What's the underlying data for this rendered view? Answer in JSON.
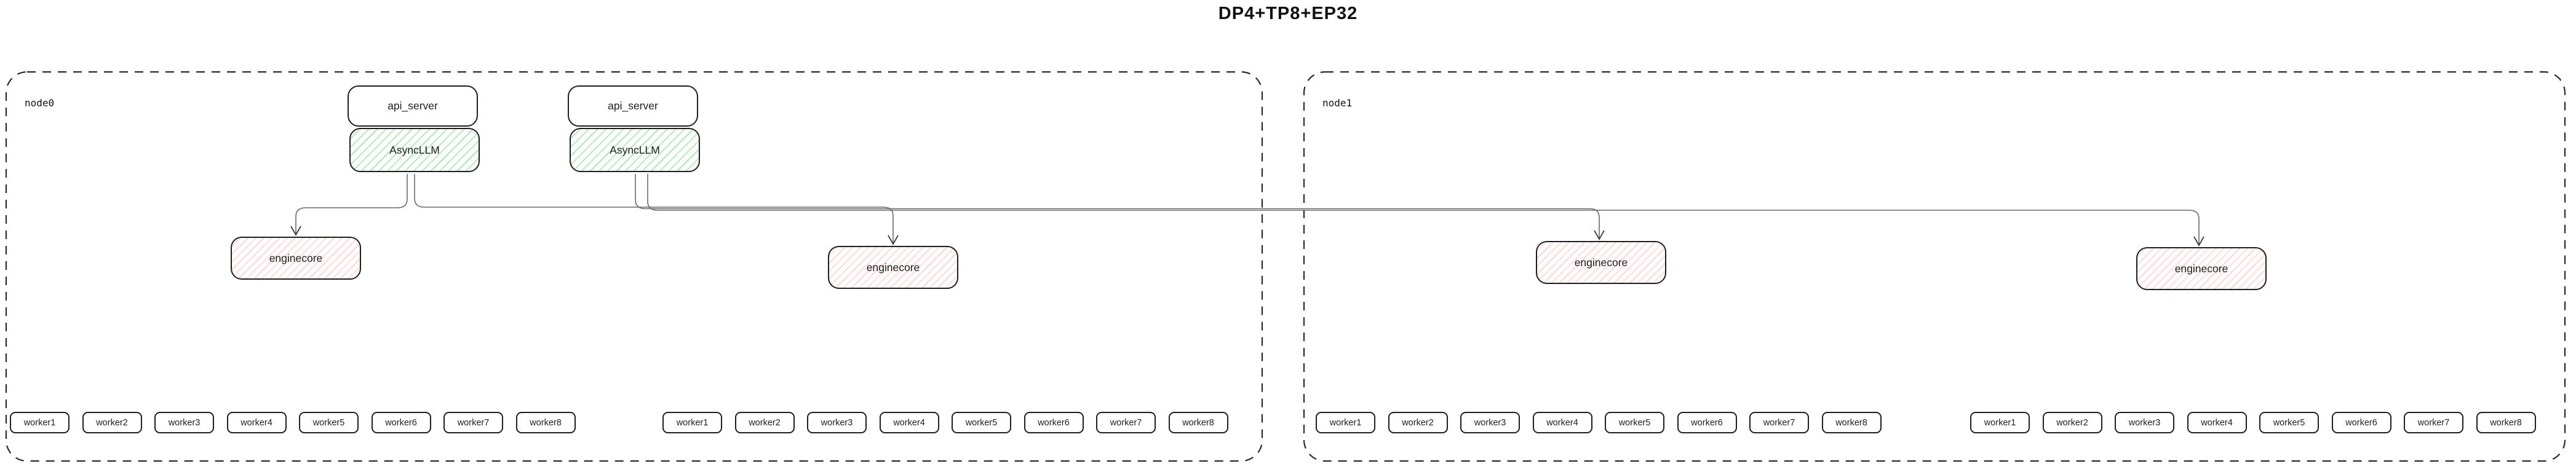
{
  "title": "DP4+TP8+EP32",
  "colors": {
    "box_border": "#1e1e1e",
    "green_hatch": "#52c468",
    "red_hatch": "#fa8282",
    "connector_line": "#6b6b6b",
    "node_border": "#2a2a2a"
  },
  "nodes": [
    {
      "label": "node0",
      "pipelines": [
        {
          "api_server": "api_server",
          "async_llm": "AsyncLLM"
        },
        {
          "api_server": "api_server",
          "async_llm": "AsyncLLM"
        }
      ],
      "engine_cores": [
        "enginecore",
        "enginecore"
      ],
      "worker_groups": [
        [
          "worker1",
          "worker2",
          "worker3",
          "worker4",
          "worker5",
          "worker6",
          "worker7",
          "worker8"
        ],
        [
          "worker1",
          "worker2",
          "worker3",
          "worker4",
          "worker5",
          "worker6",
          "worker7",
          "worker8"
        ]
      ]
    },
    {
      "label": "node1",
      "engine_cores": [
        "enginecore",
        "enginecore"
      ],
      "worker_groups": [
        [
          "worker1",
          "worker2",
          "worker3",
          "worker4",
          "worker5",
          "worker6",
          "worker7",
          "worker8"
        ],
        [
          "worker1",
          "worker2",
          "worker3",
          "worker4",
          "worker5",
          "worker6",
          "worker7",
          "worker8"
        ]
      ]
    }
  ]
}
